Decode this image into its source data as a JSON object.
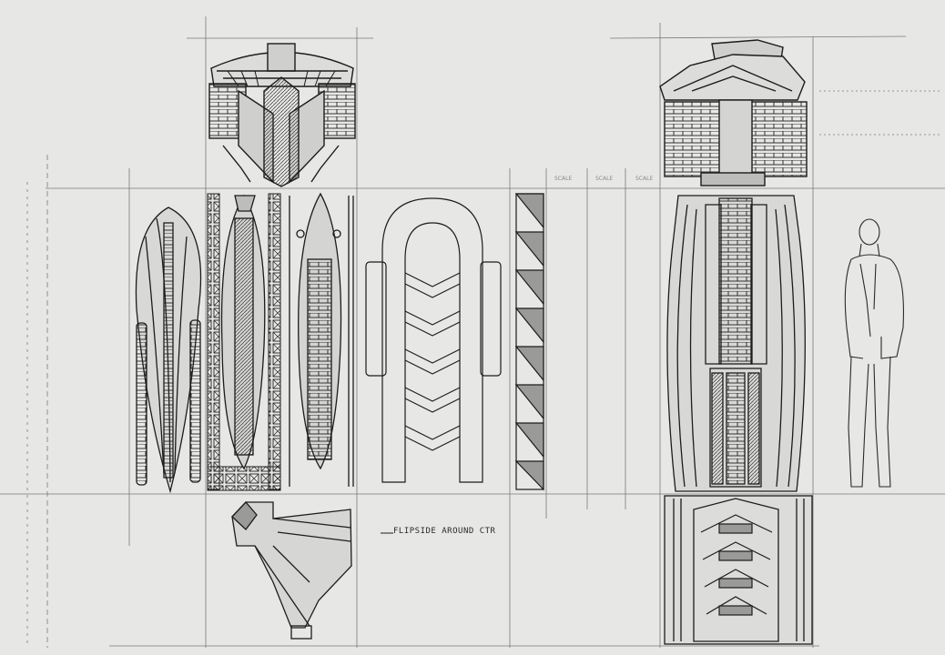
{
  "drawing": {
    "annotations": {
      "flipside": "FLIPSIDE AROUND CTR",
      "scale_1": "SCALE",
      "scale_2": "SCALE",
      "scale_3": "SCALE"
    },
    "colors": {
      "paper": "#e7e7e5",
      "ink": "#1c1c1c",
      "grid": "#7a7a7a",
      "tone": "#9a9a98"
    }
  }
}
